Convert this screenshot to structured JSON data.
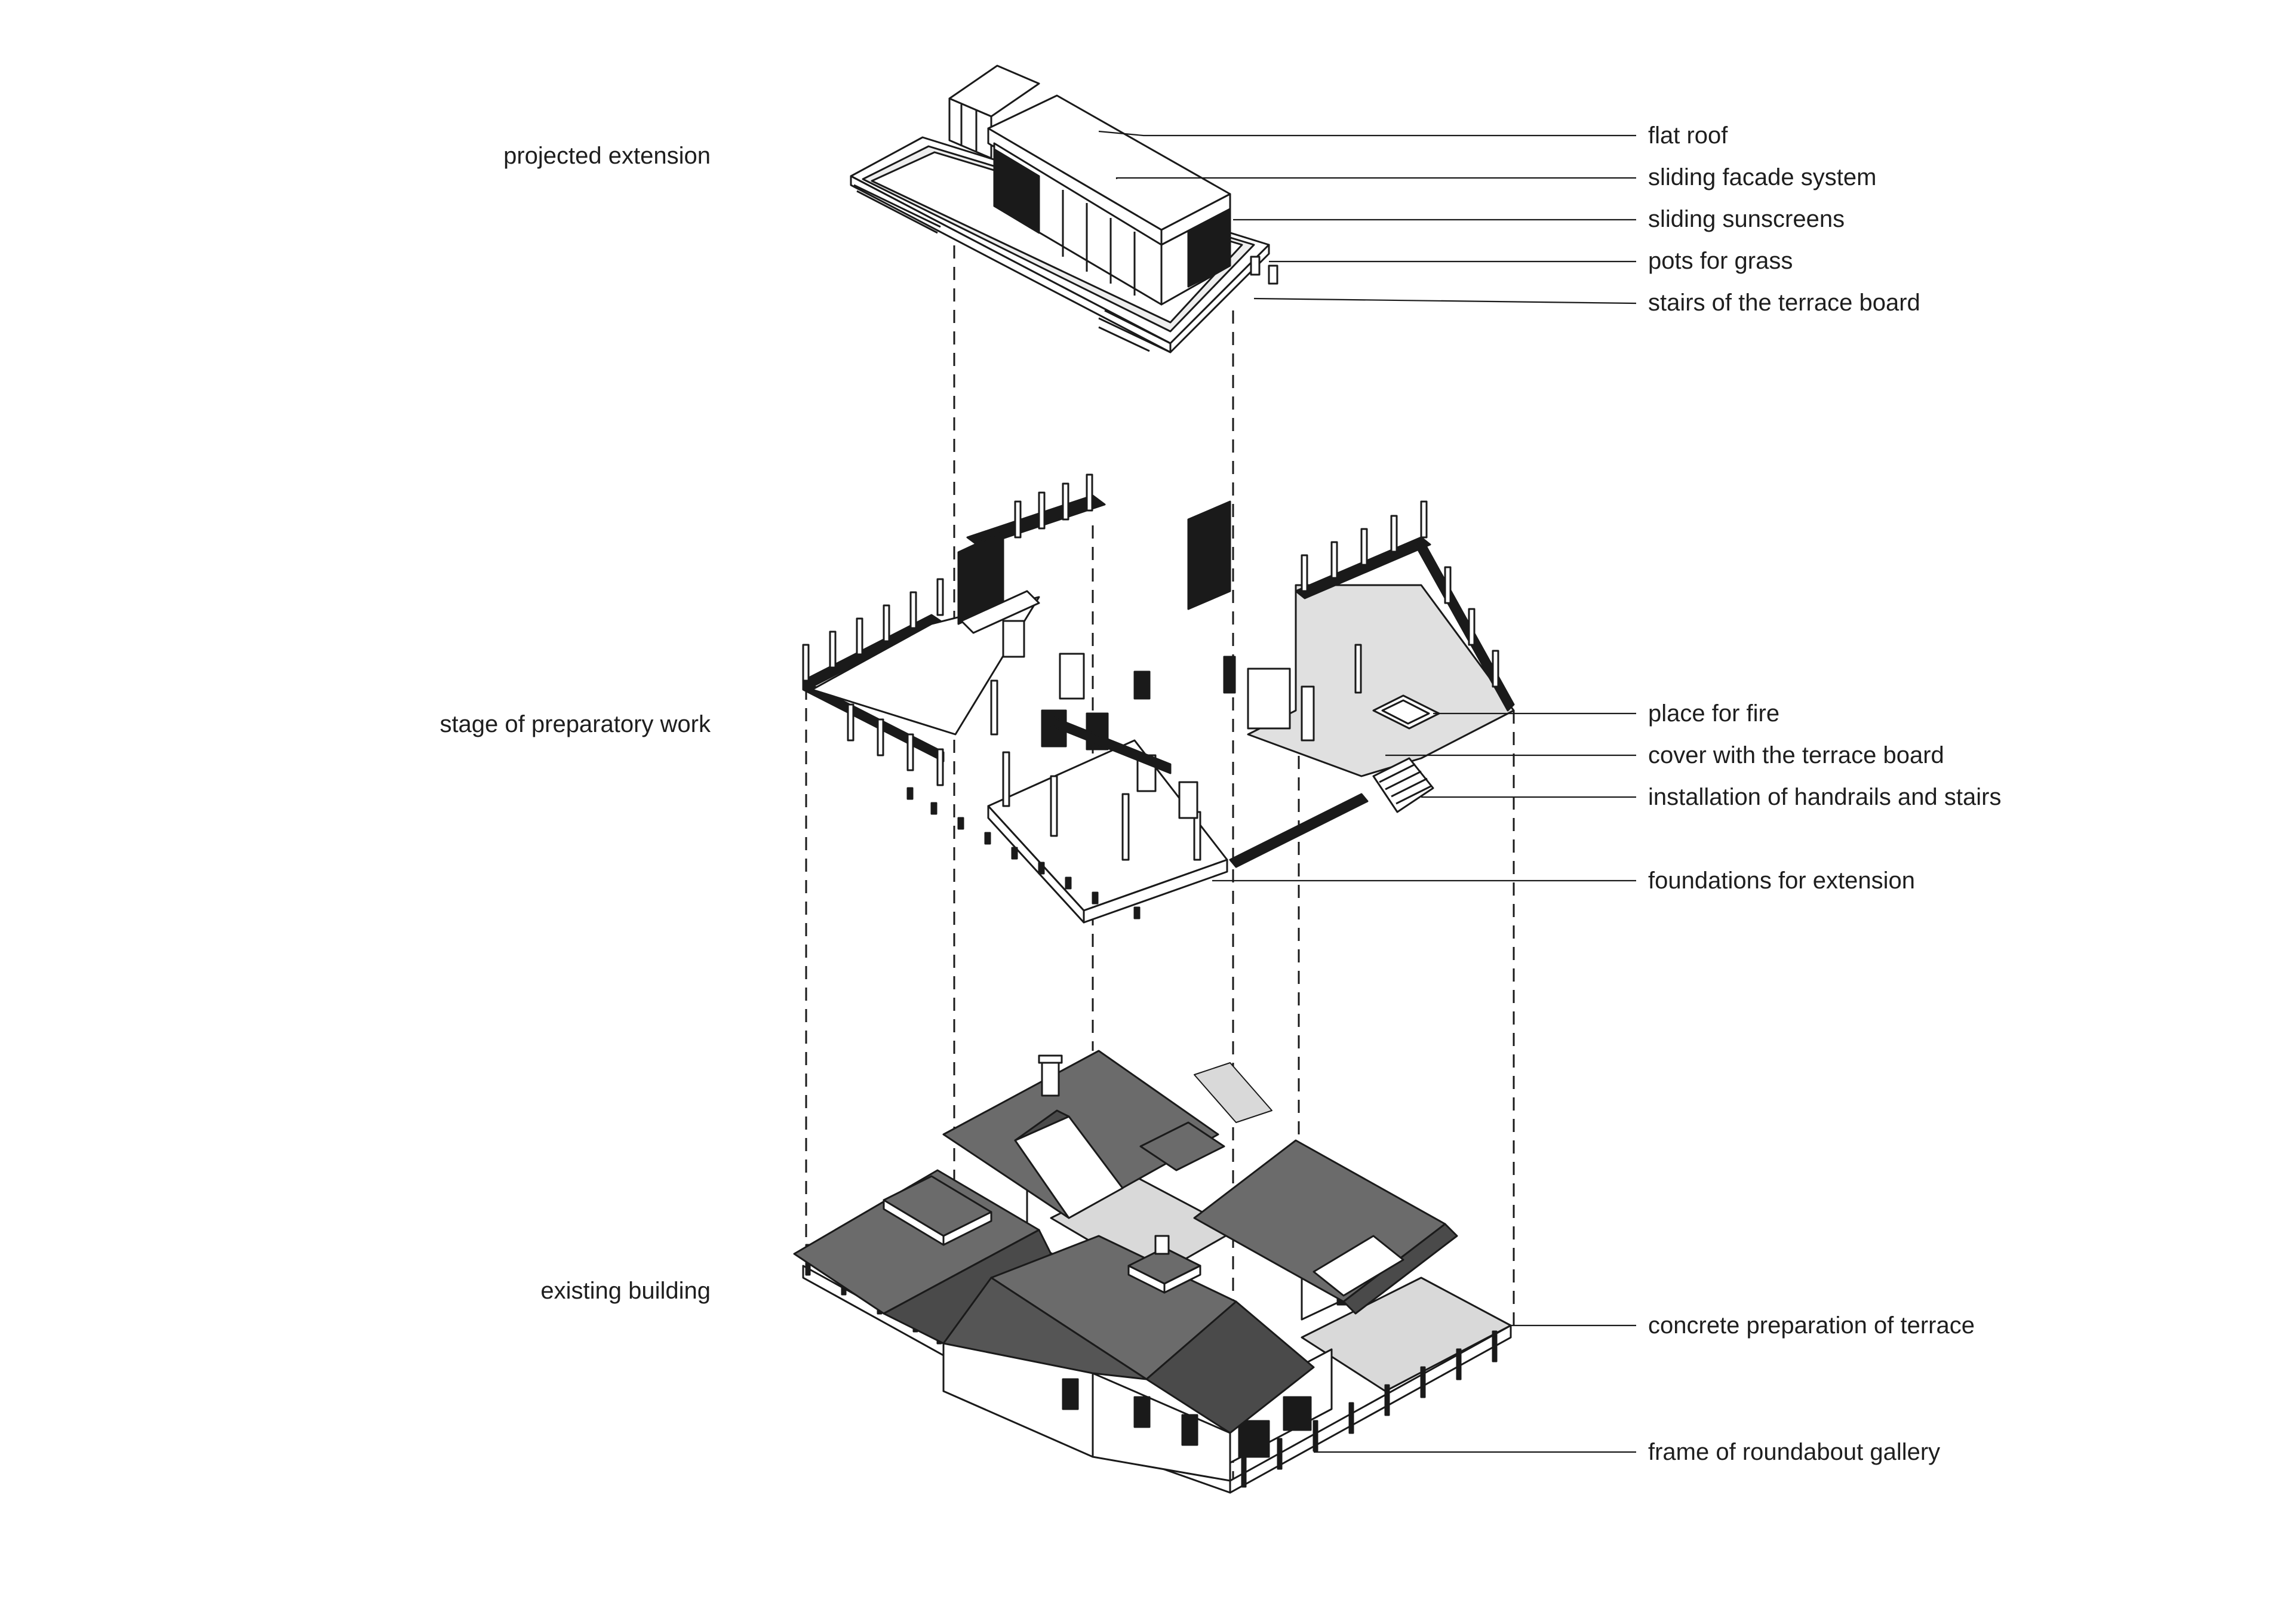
{
  "stages": {
    "top": "projected extension",
    "middle": "stage of preparatory work",
    "bottom": "existing building"
  },
  "labels": {
    "flat_roof": "flat roof",
    "sliding_facade_system": "sliding facade system",
    "sliding_sunscreens": "sliding sunscreens",
    "pots_for_grass": "pots for grass",
    "stairs_of_the_terrace_board": "stairs of the terrace board",
    "place_for_fire": "place for fire",
    "cover_with_the_terrace_board": "cover with the terrace board",
    "installation_of_handrails_and_stairs": "installation of handrails and stairs",
    "foundations_for_extension": "foundations for extension",
    "concrete_preparation_of_terrace": "concrete preparation of terrace",
    "frame_of_roundabout_gallery": "frame of roundabout gallery"
  },
  "colors": {
    "ink": "#1a1a1a",
    "roof": "#6b6b6b",
    "roof_dark": "#4a4a4a",
    "floor": "#d9d9d9",
    "paper": "#ffffff"
  }
}
